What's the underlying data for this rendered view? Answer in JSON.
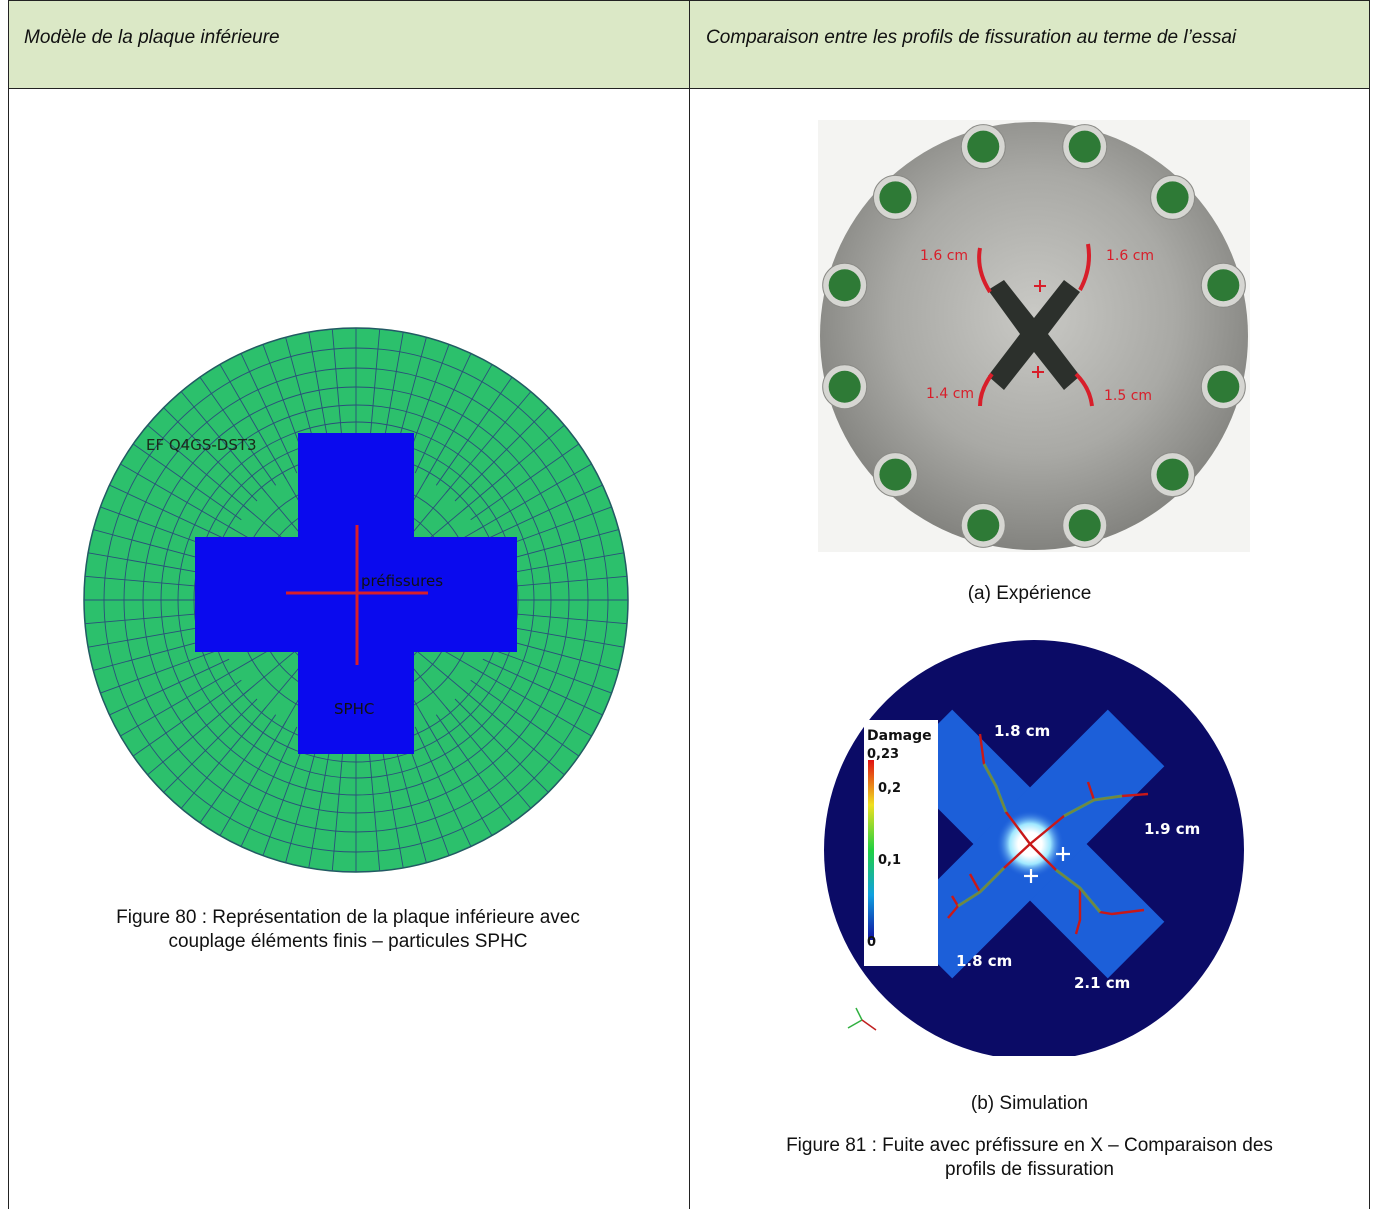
{
  "header": {
    "left_title": "Modèle de la plaque inférieure",
    "right_title": "Comparaison entre les profils de fissuration au terme de l’essai"
  },
  "left": {
    "labels": {
      "element": "EF Q4GS-DST3",
      "cracks": "préfissures",
      "particles": "SPHC"
    },
    "colors": {
      "mesh": "#2cc06c",
      "particles": "#0a0aee",
      "crack": "#d81e2a"
    },
    "caption_line1": "Figure 80 : Représentation de la plaque inférieure avec",
    "caption_line2": "couplage éléments finis – particules SPHC"
  },
  "right": {
    "experiment": {
      "labels": {
        "top_left": "1.6 cm",
        "top_right": "1.6 cm",
        "bottom_left": "1.4 cm",
        "bottom_right": "1.5 cm"
      },
      "caption": "(a) Expérience"
    },
    "simulation": {
      "legend_title": "Damage",
      "legend_ticks": [
        "0,23",
        "0,2",
        "0,1",
        "0"
      ],
      "labels": {
        "top": "1.8 cm",
        "right": "1.9 cm",
        "bottom_left": "1.8 cm",
        "bottom_right": "2.1 cm"
      },
      "caption": "(b) Simulation"
    },
    "caption_line1": "Figure 81 : Fuite avec préfissure en X – Comparaison des",
    "caption_line2": "profils de fissuration"
  }
}
